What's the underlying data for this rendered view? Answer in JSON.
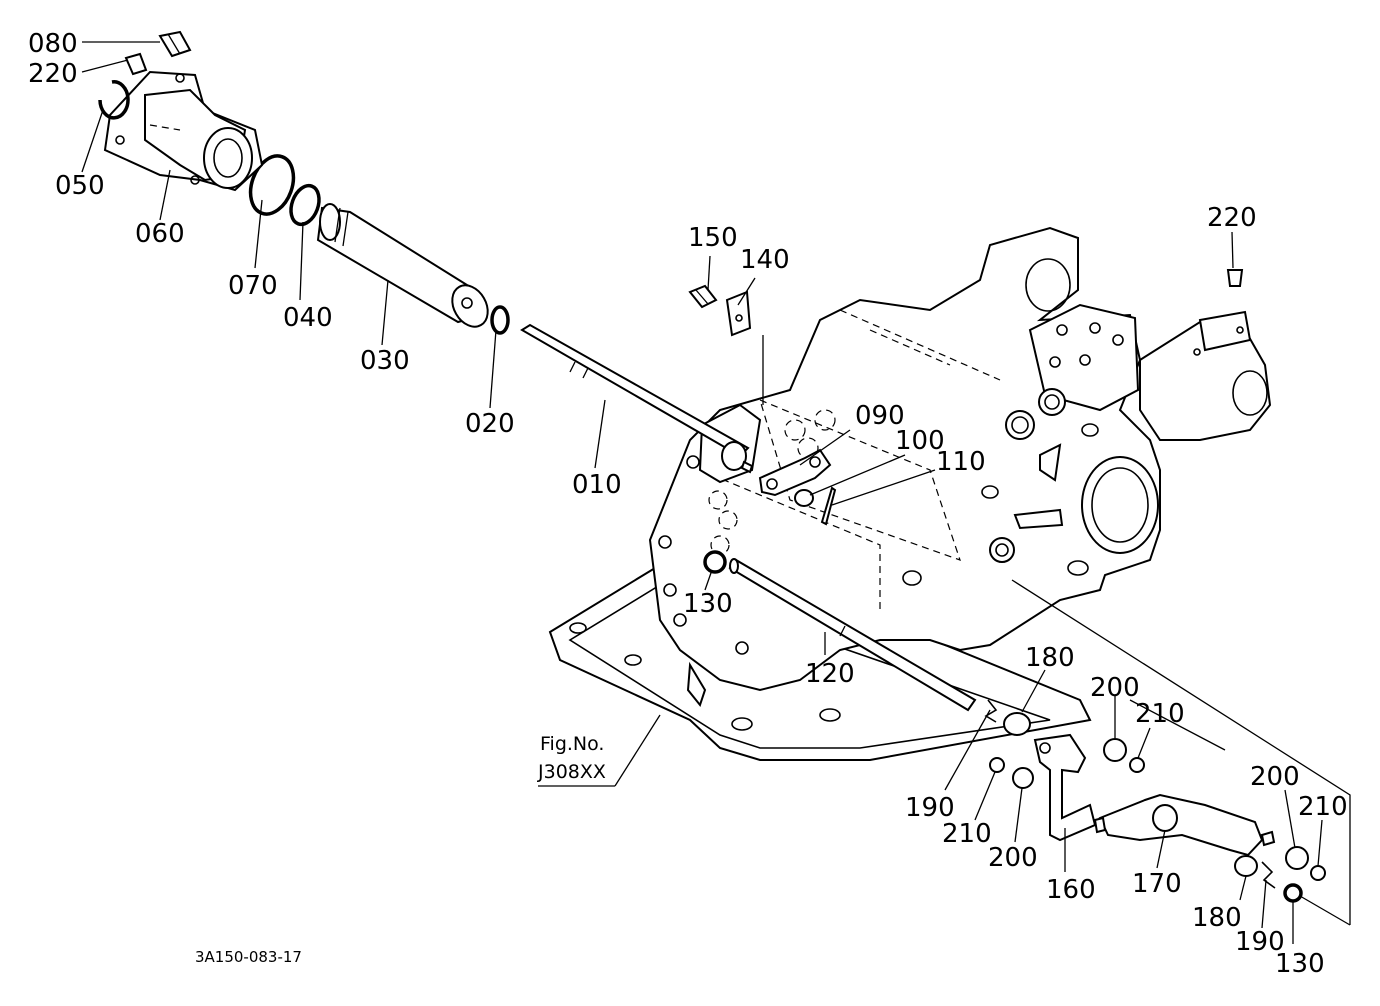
{
  "figure": {
    "fig_label": "Fig.No.",
    "fig_number": "J308XX",
    "drawing_code": "3A150-083-17"
  },
  "callouts": {
    "c010": "010",
    "c020": "020",
    "c030": "030",
    "c040": "040",
    "c050": "050",
    "c060": "060",
    "c070": "070",
    "c080": "080",
    "c090": "090",
    "c100": "100",
    "c110": "110",
    "c120": "120",
    "c130a": "130",
    "c130b": "130",
    "c140": "140",
    "c150": "150",
    "c160": "160",
    "c170": "170",
    "c180a": "180",
    "c180b": "180",
    "c190a": "190",
    "c190b": "190",
    "c200a": "200",
    "c200b": "200",
    "c200c": "200",
    "c210a": "210",
    "c210b": "210",
    "c210c": "210",
    "c220a": "220",
    "c220b": "220"
  }
}
